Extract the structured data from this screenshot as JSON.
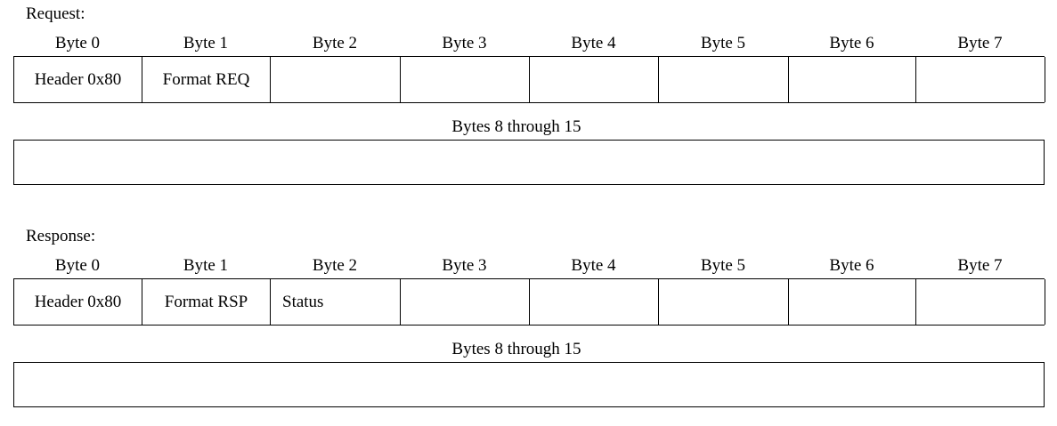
{
  "page": {
    "background_color": "#ffffff",
    "line_color": "#000000",
    "text_color": "#000000"
  },
  "sections": [
    {
      "id": "request",
      "title": "Request:",
      "byte_labels": [
        "Byte 0",
        "Byte 1",
        "Byte 2",
        "Byte 3",
        "Byte 4",
        "Byte 5",
        "Byte 6",
        "Byte 7"
      ],
      "cells": [
        {
          "text": "Header 0x80",
          "align": "center"
        },
        {
          "text": "Format REQ",
          "align": "center"
        },
        {
          "text": "",
          "align": "center"
        },
        {
          "text": "",
          "align": "center"
        },
        {
          "text": "",
          "align": "center"
        },
        {
          "text": "",
          "align": "center"
        },
        {
          "text": "",
          "align": "center"
        },
        {
          "text": "",
          "align": "center"
        }
      ],
      "tail_label": "Bytes 8 through 15",
      "tail_text": ""
    },
    {
      "id": "response",
      "title": "Response:",
      "byte_labels": [
        "Byte 0",
        "Byte 1",
        "Byte 2",
        "Byte 3",
        "Byte 4",
        "Byte 5",
        "Byte 6",
        "Byte 7"
      ],
      "cells": [
        {
          "text": "Header 0x80",
          "align": "center"
        },
        {
          "text": "Format RSP",
          "align": "center"
        },
        {
          "text": "Status",
          "align": "left"
        },
        {
          "text": "",
          "align": "center"
        },
        {
          "text": "",
          "align": "center"
        },
        {
          "text": "",
          "align": "center"
        },
        {
          "text": "",
          "align": "center"
        },
        {
          "text": "",
          "align": "center"
        }
      ],
      "tail_label": "Bytes 8 through 15",
      "tail_text": ""
    }
  ]
}
